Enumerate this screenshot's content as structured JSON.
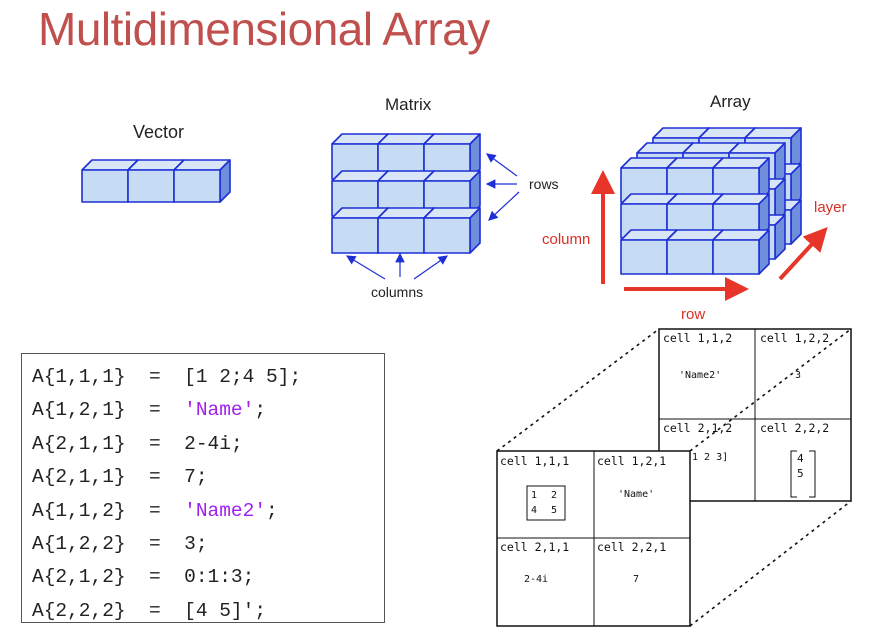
{
  "title": "Multidimensional Array",
  "diagram": {
    "vector_label": "Vector",
    "matrix_label": "Matrix",
    "array_label": "Array",
    "rows_label": "rows",
    "columns_label": "columns",
    "column_axis_label": "column",
    "row_axis_label": "row",
    "layer_axis_label": "layer",
    "cube_face_color": "#c6dcf5",
    "cube_edge_color": "#1f2fd6",
    "arrow_color": "#e8352a"
  },
  "code_lines": [
    {
      "lhs": "A{1,1,1} = ",
      "rhs": "[1 2;4 5]",
      "rhs_is_string": false,
      "end": ";"
    },
    {
      "lhs": "A{1,2,1} = ",
      "rhs": "'Name'",
      "rhs_is_string": true,
      "end": ";"
    },
    {
      "lhs": "A{2,1,1} = ",
      "rhs": "2-4i",
      "rhs_is_string": false,
      "end": ";"
    },
    {
      "lhs": "A{2,1,1} = ",
      "rhs": "7",
      "rhs_is_string": false,
      "end": ";"
    },
    {
      "lhs": "A{1,1,2} = ",
      "rhs": "'Name2'",
      "rhs_is_string": true,
      "end": ";"
    },
    {
      "lhs": "A{1,2,2} = ",
      "rhs": "3",
      "rhs_is_string": false,
      "end": ";"
    },
    {
      "lhs": "A{2,1,2} = ",
      "rhs": "0:1:3",
      "rhs_is_string": false,
      "end": ";"
    },
    {
      "lhs": "A{2,2,2} = ",
      "rhs": "[4 5]'",
      "rhs_is_string": false,
      "end": ";"
    }
  ],
  "cell_array": {
    "back": {
      "c11": {
        "header": "cell 1,1,2",
        "content": "'Name2'"
      },
      "c12": {
        "header": "cell 1,2,2",
        "content": "3"
      },
      "c21": {
        "header": "cell 2,1,2",
        "content": "1 2 3]"
      },
      "c22": {
        "header": "cell 2,2,2",
        "content": [
          "4",
          "5"
        ]
      }
    },
    "front": {
      "c11": {
        "header": "cell 1,1,1",
        "content": [
          "1",
          "2",
          "4",
          "5"
        ]
      },
      "c12": {
        "header": "cell 1,2,1",
        "content": "'Name'"
      },
      "c21": {
        "header": "cell 2,1,1",
        "content": "2-4i"
      },
      "c22": {
        "header": "cell 2,2,1",
        "content": "7"
      }
    }
  }
}
